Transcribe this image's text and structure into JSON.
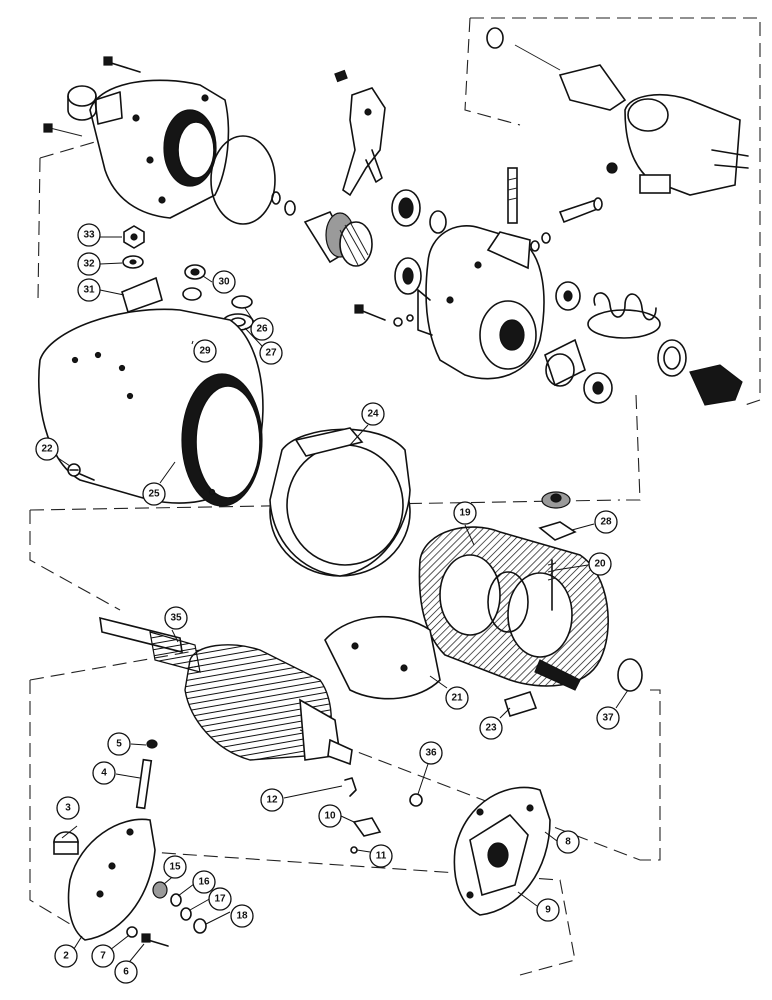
{
  "diagram": {
    "callouts": [
      "2",
      "3",
      "4",
      "5",
      "6",
      "7",
      "8",
      "9",
      "10",
      "11",
      "12",
      "15",
      "16",
      "17",
      "18",
      "19",
      "20",
      "21",
      "22",
      "23",
      "24",
      "25",
      "26",
      "27",
      "28",
      "29",
      "30",
      "31",
      "32",
      "33",
      "35",
      "36",
      "37"
    ]
  }
}
